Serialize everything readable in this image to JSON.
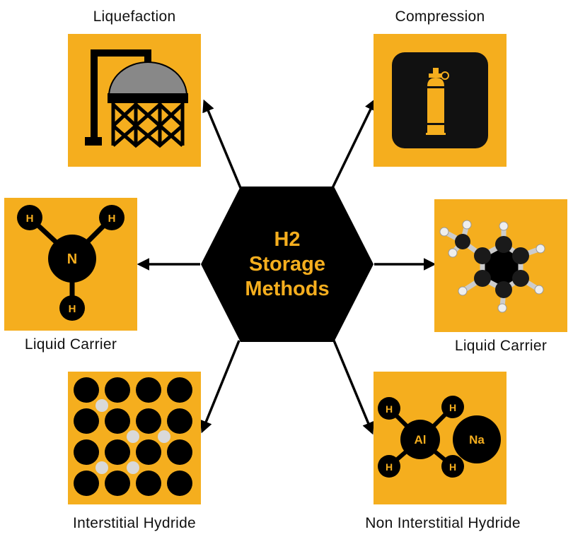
{
  "hub": {
    "line1": "H2",
    "line2": "Storage",
    "line3": "Methods"
  },
  "methods": {
    "liquefaction": "Liquefaction",
    "compression": "Compression",
    "liquid_carrier_left": "Liquid Carrier",
    "liquid_carrier_right": "Liquid Carrier",
    "interstitial_hydride": "Interstitial Hydride",
    "non_interstitial_hydride": "Non Interstitial Hydride"
  },
  "molecules": {
    "ammonia_center": "N",
    "ammonia_h": "H",
    "alanate_al": "Al",
    "alanate_na": "Na",
    "alanate_h": "H"
  },
  "colors": {
    "tile": "#f5ae1e",
    "hub": "#000000",
    "atom": "#000000",
    "interstitial_h": "#d9d9d9"
  },
  "icons": [
    "storage-tank-icon",
    "gas-cylinder-icon",
    "ammonia-molecule-icon",
    "toluene-molecule-icon",
    "metal-lattice-icon",
    "sodium-alanate-icon"
  ]
}
